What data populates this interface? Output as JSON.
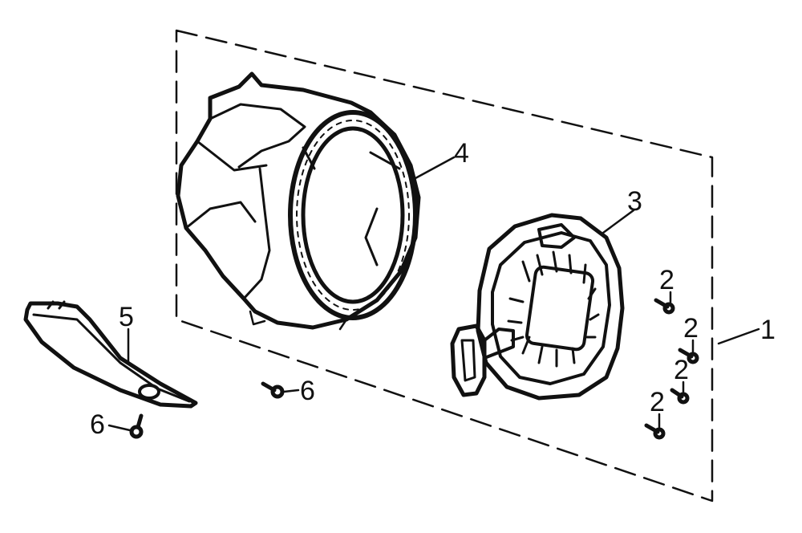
{
  "diagram": {
    "type": "exploded-parts-view",
    "colors": {
      "ink": "#111111",
      "background": "#ffffff"
    },
    "callouts": [
      {
        "id": "c1",
        "label": "1"
      },
      {
        "id": "c2a",
        "label": "2"
      },
      {
        "id": "c2b",
        "label": "2"
      },
      {
        "id": "c2c",
        "label": "2"
      },
      {
        "id": "c2d",
        "label": "2"
      },
      {
        "id": "c3",
        "label": "3"
      },
      {
        "id": "c4",
        "label": "4"
      },
      {
        "id": "c5",
        "label": "5"
      },
      {
        "id": "c6a",
        "label": "6"
      },
      {
        "id": "c6b",
        "label": "6"
      }
    ]
  }
}
